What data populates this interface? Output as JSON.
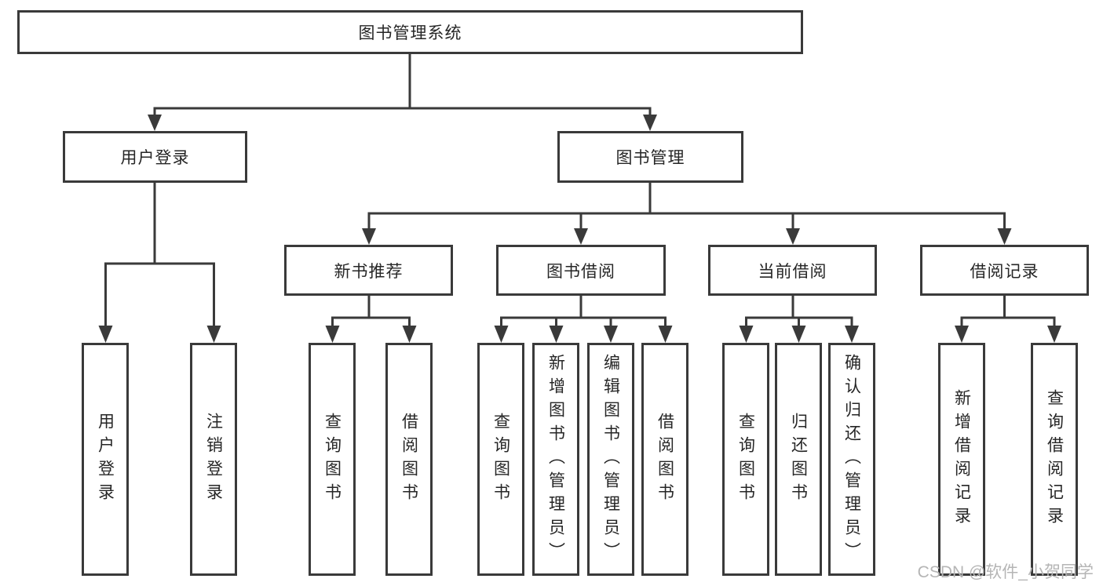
{
  "tree": {
    "root": "图书管理系统",
    "branches": [
      {
        "label": "用户登录",
        "children": [
          "用户登录",
          "注销登录"
        ]
      },
      {
        "label": "图书管理",
        "sections": [
          {
            "label": "新书推荐",
            "children": [
              "查询图书",
              "借阅图书"
            ]
          },
          {
            "label": "图书借阅",
            "children": [
              "查询图书",
              "新增图书（管理员）",
              "编辑图书（管理员）",
              "借阅图书"
            ]
          },
          {
            "label": "当前借阅",
            "children": [
              "查询图书",
              "归还图书",
              "确认归还（管理员）"
            ]
          },
          {
            "label": "借阅记录",
            "children": [
              "新增借阅记录",
              "查询借阅记录"
            ]
          }
        ]
      }
    ]
  },
  "watermark": "CSDN @软件_小贺同学",
  "colors": {
    "line": "#3a3a3a",
    "text": "#262626",
    "watermark": "#b5b5b5",
    "background": "#ffffff"
  }
}
